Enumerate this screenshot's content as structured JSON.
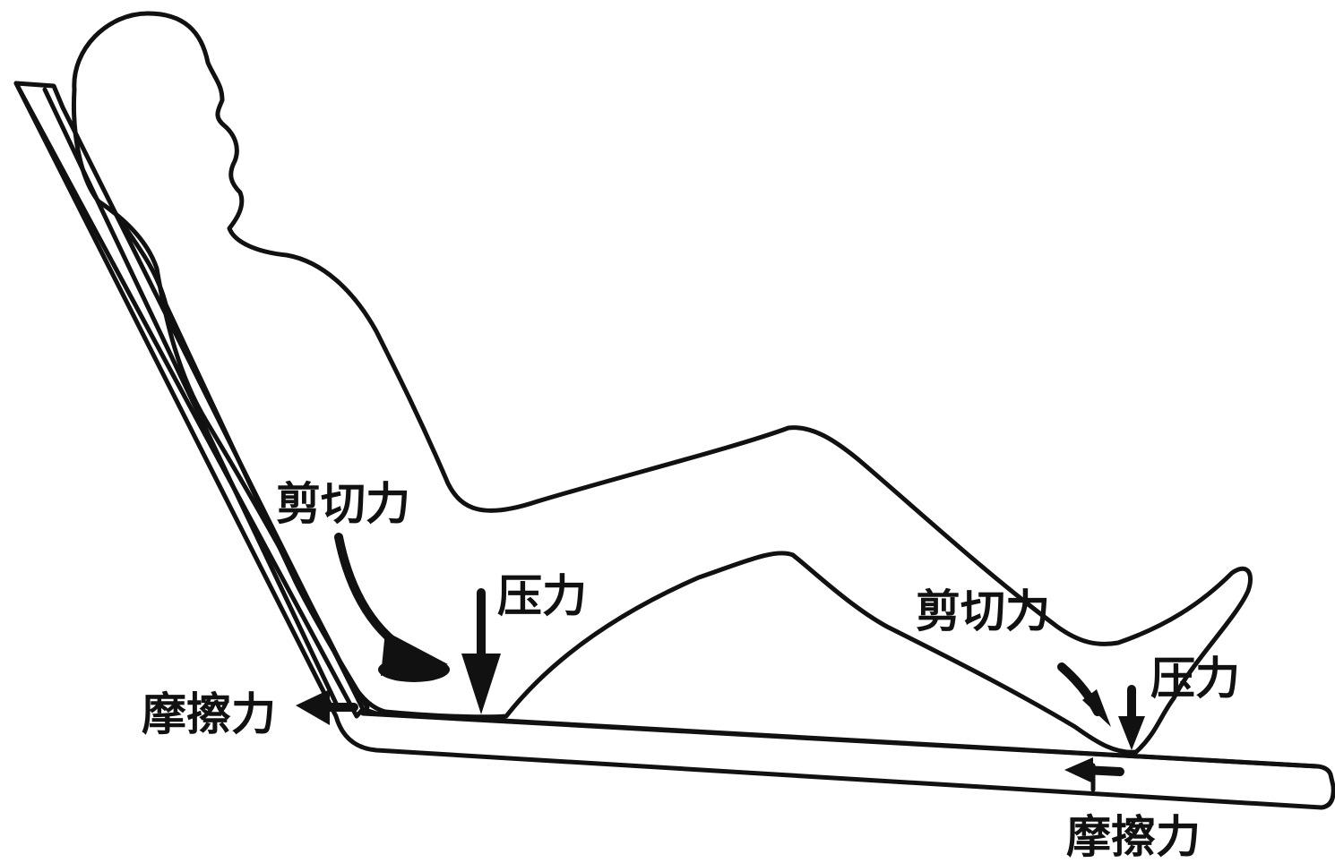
{
  "labels": {
    "shear_upper": "剪切力",
    "pressure_upper": "压力",
    "friction_left": "摩擦力",
    "shear_lower": "剪切力",
    "pressure_lower": "压力",
    "friction_right": "摩擦力"
  },
  "colors": {
    "ink": "#111111",
    "background": "#ffffff"
  }
}
